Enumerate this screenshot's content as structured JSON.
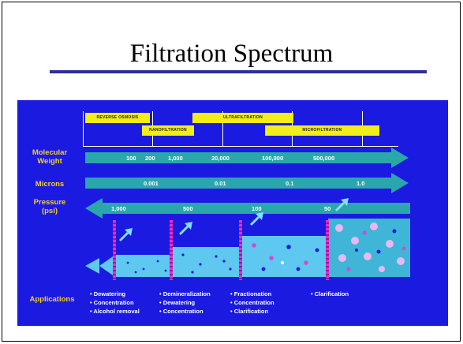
{
  "title": "Filtration Spectrum",
  "processes": [
    {
      "label": "REVERSE OSMOSIS"
    },
    {
      "label": "NANOFILTRATION"
    },
    {
      "label": "ULTRAFILTRATION"
    },
    {
      "label": "MICROFILTRATION"
    }
  ],
  "rows": {
    "molecular_weight": {
      "label_line1": "Molecular",
      "label_line2": "Weight",
      "values": [
        "100",
        "200",
        "1,000",
        "20,000",
        "100,000",
        "500,000"
      ]
    },
    "microns": {
      "label": "Microns",
      "values": [
        "0.001",
        "0.01",
        "0.1",
        "1.0"
      ]
    },
    "pressure": {
      "label_line1": "Pressure",
      "label_line2": "(psi)",
      "values": [
        "1,000",
        "500",
        "100",
        "50"
      ]
    }
  },
  "applications": {
    "label": "Applications",
    "groups": [
      [
        "• Dewatering",
        "• Concentration",
        "• Alcohol removal"
      ],
      [
        "• Demineralization",
        "• Dewatering",
        "• Concentration"
      ],
      [
        "• Fractionation",
        "• Concentration",
        "• Clarification"
      ],
      [
        "• Clarification"
      ]
    ]
  },
  "colors": {
    "panel": "#1a1ae0",
    "arrow": "#2aa7aa",
    "process_box": "#f2ee1a",
    "row_label": "#f4cf24",
    "membrane": "#f02ad0",
    "title_rule": "#2c2f96"
  }
}
